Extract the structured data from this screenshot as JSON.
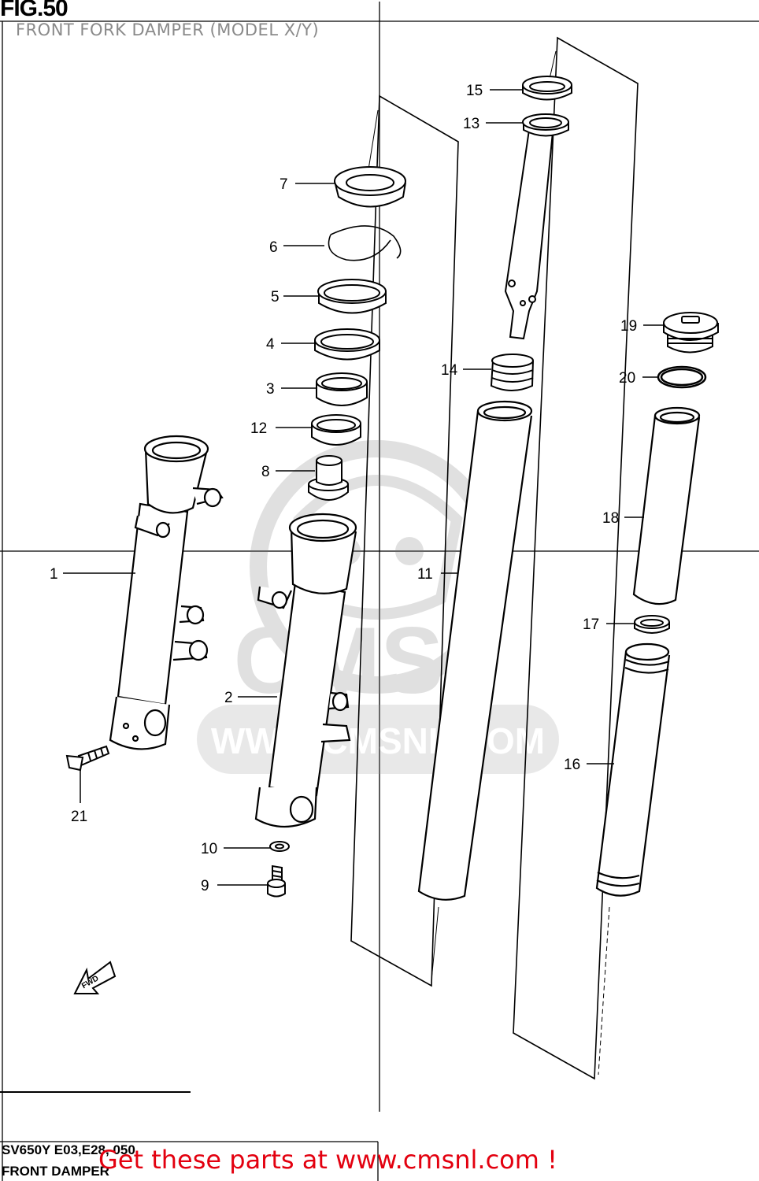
{
  "header": {
    "fig": "FIG.50",
    "subtitle": "FRONT FORK DAMPER (MODEL X/Y)"
  },
  "footer": {
    "code": "SV650Y E03,E28, 050",
    "name": "FRONT DAMPER",
    "promo": "Get these parts at www.cmsnl.com !"
  },
  "watermark": {
    "brand": "CMS",
    "url": "WWW.CMSNL.COM"
  },
  "direction_arrow": "FWD",
  "callouts": [
    {
      "number": "1"
    },
    {
      "number": "2"
    },
    {
      "number": "3"
    },
    {
      "number": "4"
    },
    {
      "number": "5"
    },
    {
      "number": "6"
    },
    {
      "number": "7"
    },
    {
      "number": "8"
    },
    {
      "number": "9"
    },
    {
      "number": "10"
    },
    {
      "number": "11"
    },
    {
      "number": "12"
    },
    {
      "number": "13"
    },
    {
      "number": "14"
    },
    {
      "number": "15"
    },
    {
      "number": "16"
    },
    {
      "number": "17"
    },
    {
      "number": "18"
    },
    {
      "number": "19"
    },
    {
      "number": "20"
    },
    {
      "number": "21"
    }
  ]
}
